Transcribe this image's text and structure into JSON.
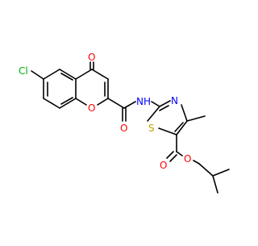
{
  "atom_labels": {
    "cl": "Cl",
    "o_ketone": "O",
    "o_ring": "O",
    "o_amide": "O",
    "nh": "NH",
    "n_thiazole": "N",
    "s": "S",
    "o_ester_carbonyl": "O",
    "o_ester": "O"
  },
  "colors": {
    "bond": "#000000",
    "carbon_text": "#000000",
    "oxygen": "#ff0000",
    "nitrogen": "#0000ff",
    "sulfur": "#c8a000",
    "chlorine": "#00b000",
    "background": "#ffffff"
  }
}
